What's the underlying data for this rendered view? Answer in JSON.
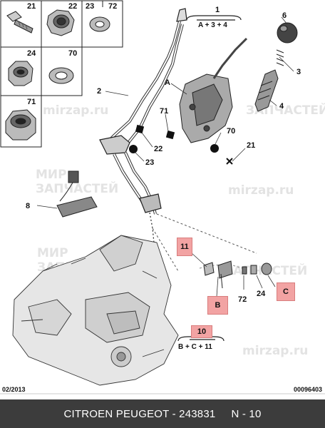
{
  "grid": {
    "cells": [
      {
        "num": "21",
        "icon": "bolt-icon"
      },
      {
        "num": "22",
        "icon": "nut-icon"
      },
      {
        "num": "23",
        "icon": "washer-icon"
      },
      {
        "num": "72",
        "icon": "washer-icon"
      },
      {
        "num": "24",
        "icon": "nut-icon"
      },
      {
        "num": "70",
        "icon": "washer-icon"
      },
      {
        "num": "71",
        "icon": "nut-icon"
      }
    ]
  },
  "callouts": {
    "c1": "1",
    "c1_eq": "A + 3 + 4",
    "c6": "6",
    "c3": "3",
    "c4": "4",
    "cA": "A",
    "c2": "2",
    "c71": "71",
    "c70": "70",
    "c22": "22",
    "c21": "21",
    "c23": "23",
    "c8": "8",
    "c11": "11",
    "cB": "B",
    "c72": "72",
    "c24": "24",
    "cC": "C",
    "c10": "10",
    "c10_eq": "B + C + 11"
  },
  "watermarks": {
    "site": "mirzap.ru",
    "brand_line1": "МИР",
    "brand_line2": "ЗАПЧАСТЕЙ"
  },
  "meta": {
    "date": "02/2013",
    "docno": "00096403"
  },
  "footer": {
    "title": "CITROEN PEUGEOT - 243831",
    "ref": "N - 10"
  },
  "colors": {
    "highlight": "#f2a3a3",
    "footer_bg": "#3c3c3c",
    "watermark": "#e3e3e3"
  }
}
